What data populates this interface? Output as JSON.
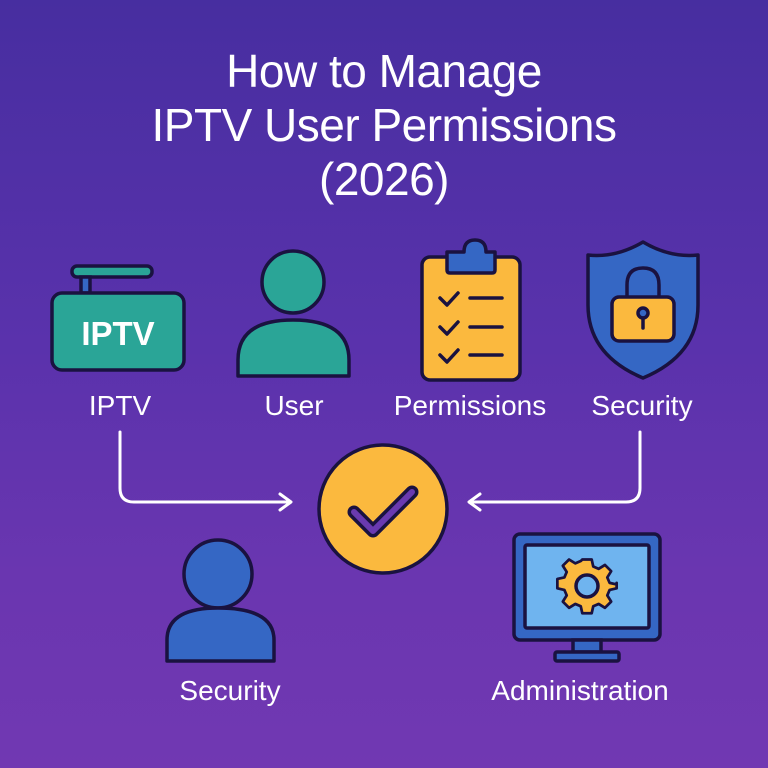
{
  "title": {
    "line1": "How to Manage",
    "line2": "IPTV User Permissions",
    "line3": "(2026)"
  },
  "top_row": [
    {
      "icon": "tv-icon",
      "icon_text": "IPTV",
      "label": "IPTV"
    },
    {
      "icon": "user-icon",
      "label": "User"
    },
    {
      "icon": "clipboard-checklist-icon",
      "label": "Permissions"
    },
    {
      "icon": "shield-lock-icon",
      "label": "Security"
    }
  ],
  "center": {
    "icon": "checkmark-circle-icon"
  },
  "bottom_row": [
    {
      "icon": "user-icon",
      "label": "Security"
    },
    {
      "icon": "monitor-gear-icon",
      "label": "Administration"
    }
  ],
  "colors": {
    "background_top": "#472ea0",
    "background_bottom": "#7138b2",
    "teal": "#2aa597",
    "yellow": "#fbb93e",
    "blue": "#3567c4",
    "light_blue": "#6fb4ef",
    "outline": "#1a1240"
  }
}
